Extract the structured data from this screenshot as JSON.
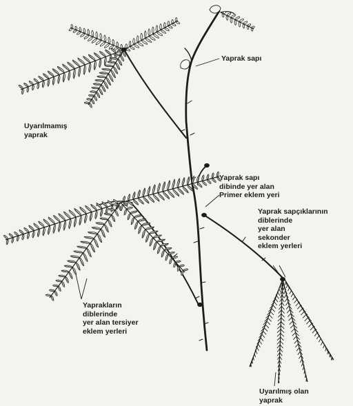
{
  "labels": {
    "petiole": [
      "Yaprak sapı"
    ],
    "unstimulated_leaf": [
      "Uyarılmamış",
      "yaprak"
    ],
    "primary_pulvinus": [
      "Yaprak sapı",
      "dibinde yer alan",
      "Primer eklem yeri"
    ],
    "secondary_pulvini": [
      "Yaprak sapçıklarının",
      "diblerinde",
      "yer alan",
      "sekonder",
      "eklem yerleri"
    ],
    "tertiary_pulvini": [
      "Yaprakların",
      "diblerinde",
      "yer alan tersiyer",
      "eklem yerleri"
    ],
    "stimulated_leaf": [
      "Uyarılmış olan",
      "yaprak"
    ]
  },
  "colors": {
    "background": "#f4f3ef",
    "ink": "#1c1c1c"
  }
}
